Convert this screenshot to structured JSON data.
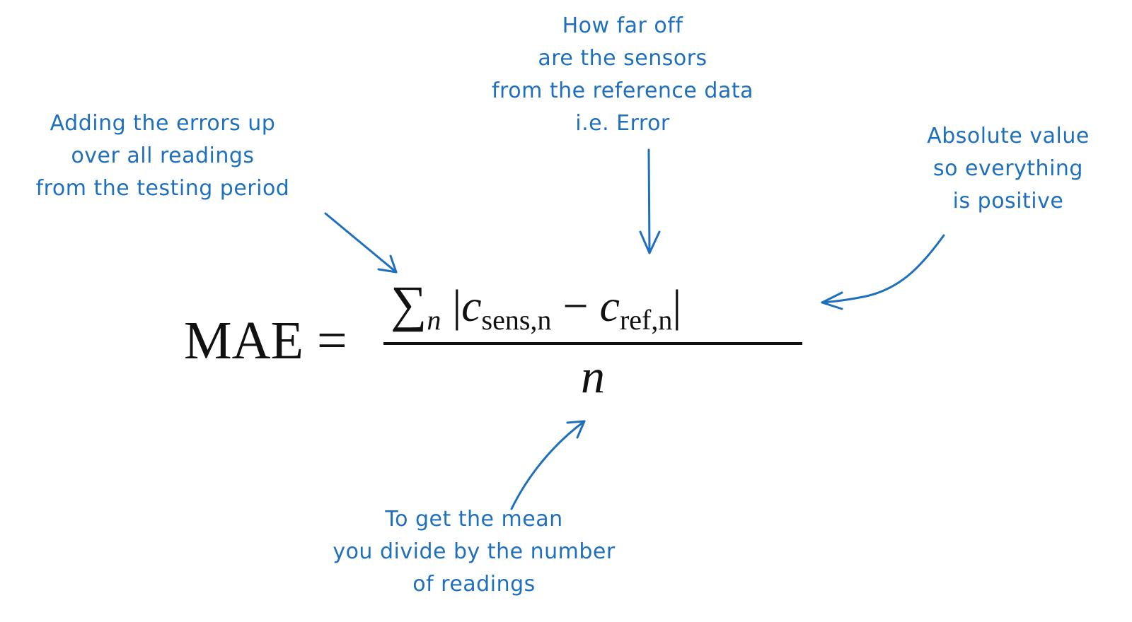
{
  "colors": {
    "annotation": "#1f6fbf",
    "formula": "#111111",
    "background": "#ffffff"
  },
  "formula": {
    "lhs": "MAE =",
    "numerator": {
      "sum_symbol": "∑",
      "sum_index": "n",
      "abs_open": "|",
      "term1_var": "c",
      "term1_sub": "sens,n",
      "operator": " − ",
      "term2_var": "c",
      "term2_sub": "ref,n",
      "abs_close": "|"
    },
    "denominator": "n"
  },
  "annotations": {
    "sum": {
      "lines": [
        "Adding the errors up",
        "over all readings",
        "from the testing period"
      ]
    },
    "error": {
      "lines": [
        "How far off",
        "are the sensors",
        "from the reference data",
        "i.e. Error"
      ]
    },
    "absolute": {
      "lines": [
        "Absolute value",
        "so everything",
        "is positive"
      ]
    },
    "mean": {
      "lines": [
        "To get the mean",
        "you divide by the number",
        "of readings"
      ]
    }
  }
}
